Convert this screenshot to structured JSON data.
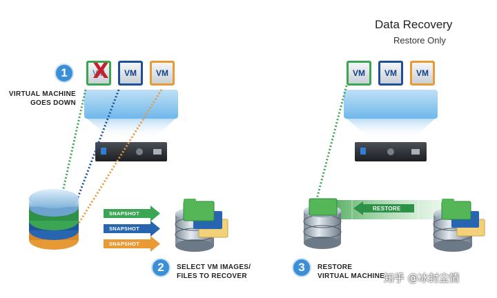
{
  "header": {
    "title": "Data Recovery",
    "subtitle": "Restore Only"
  },
  "steps": [
    {
      "number": "1",
      "label_line1": "VIRTUAL MACHINE",
      "label_line2": "GOES DOWN"
    },
    {
      "number": "2",
      "label_line1": "SELECT VM IMAGES/",
      "label_line2": "FILES TO RECOVER"
    },
    {
      "number": "3",
      "label_line1": "RESTORE",
      "label_line2": "VIRTUAL MACHINE"
    }
  ],
  "vm_label": "VM",
  "failed_marker": "X",
  "snapshots": [
    "SNAPSHOT",
    "SNAPSHOT",
    "SNAPSHOT"
  ],
  "restore_label": "RESTORE",
  "watermark": "知乎 @冰封尘情",
  "colors": {
    "green": "#3aa552",
    "blue": "#1f4e9a",
    "orange": "#e99a34",
    "step_circle": "#3b8fd6",
    "fail_red": "#c8202a"
  }
}
